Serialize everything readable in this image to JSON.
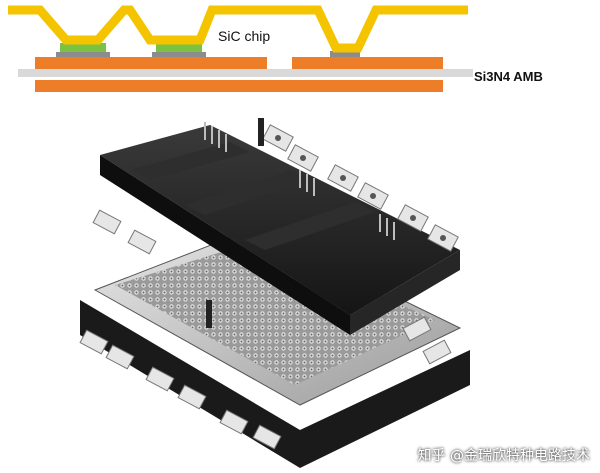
{
  "labels": {
    "chip": "SiC chip",
    "substrate": "Si3N4 AMB"
  },
  "watermark": "知乎 @金瑞欣特种电路技术",
  "colors": {
    "wire": "#f5c400",
    "chip": "#7cc242",
    "copper": "#ee7d2a",
    "ceramic": "#d9d9d9",
    "die_attach": "#8c8c8c",
    "module_body": "#1e1e1e",
    "heatsink": "#c7c7c7",
    "terminal": "#e6e6e6"
  }
}
